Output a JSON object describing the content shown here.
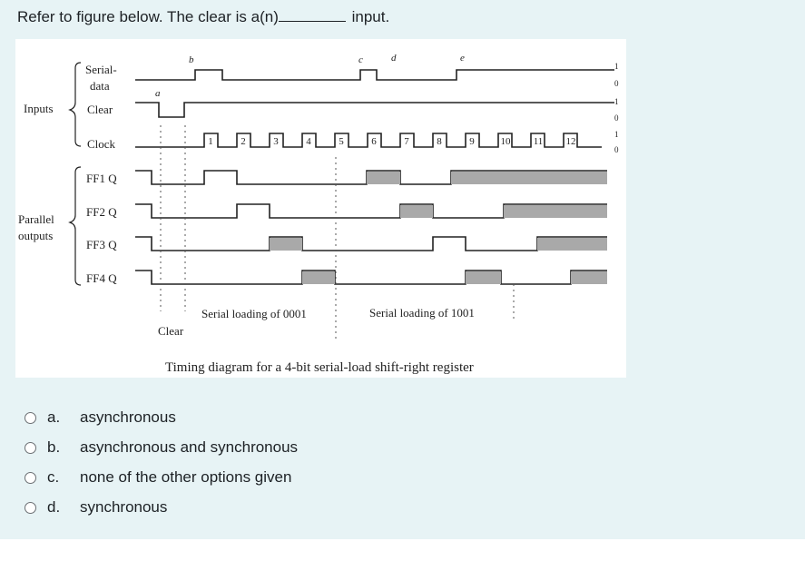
{
  "question": {
    "text_before": "Refer to figure below. The clear is a(n)",
    "text_after": "input."
  },
  "figure": {
    "group_inputs": "Inputs",
    "group_outputs_line1": "Parallel",
    "group_outputs_line2": "outputs",
    "signal_serial_line1": "Serial-",
    "signal_serial_line2": "data",
    "signal_clear": "Clear",
    "signal_clock": "Clock",
    "signal_ff1": "FF1 Q",
    "signal_ff2": "FF2 Q",
    "signal_ff3": "FF3 Q",
    "signal_ff4": "FF4 Q",
    "marker_a": "a",
    "marker_b": "b",
    "marker_c": "c",
    "marker_d": "d",
    "marker_e": "e",
    "clock_numbers": [
      "1",
      "2",
      "3",
      "4",
      "5",
      "6",
      "7",
      "8",
      "9",
      "10",
      "11",
      "12"
    ],
    "level_labels": [
      "1",
      "0",
      "1",
      "0",
      "1",
      "0"
    ],
    "annotation_serial_0001": "Serial loading of 0001",
    "annotation_serial_1001": "Serial loading of 1001",
    "annotation_clear": "Clear",
    "caption": "Timing diagram for a 4-bit serial-load shift-right register"
  },
  "options": [
    {
      "letter": "a.",
      "label": "asynchronous"
    },
    {
      "letter": "b.",
      "label": "asynchronous and synchronous"
    },
    {
      "letter": "c.",
      "label": "none of the other options given"
    },
    {
      "letter": "d.",
      "label": "synchronous"
    }
  ]
}
